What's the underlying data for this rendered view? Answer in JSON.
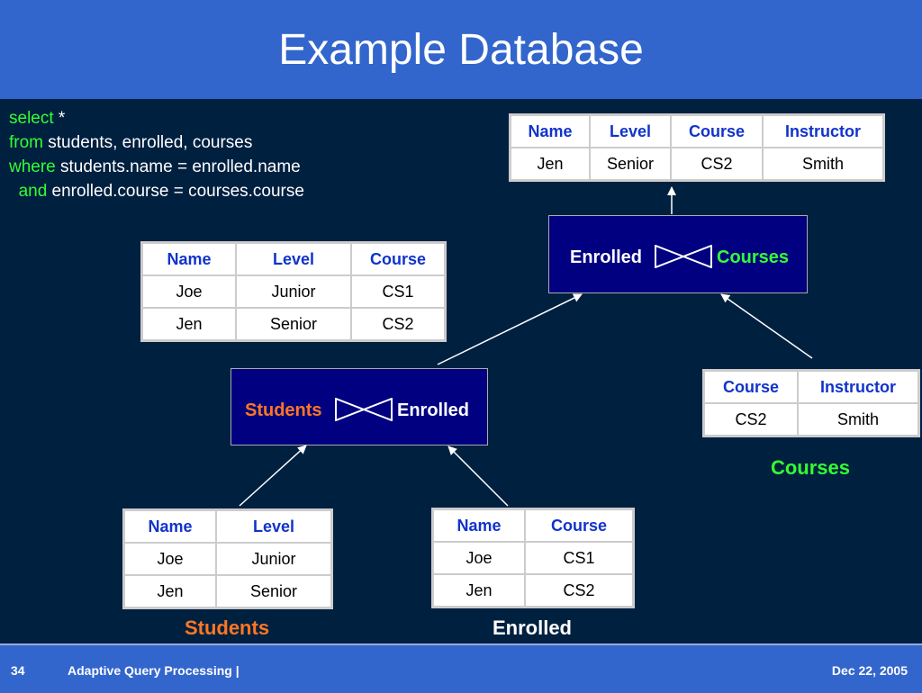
{
  "title": "Example Database",
  "sql": {
    "select_kw": "select",
    "select_rest": " *",
    "from_kw": "from",
    "from_rest": " students, enrolled, courses",
    "where_kw": "where",
    "where_rest": " students.name = enrolled.name",
    "and_kw": "and",
    "and_rest": " enrolled.course = courses.course"
  },
  "result_table": {
    "headers": [
      "Name",
      "Level",
      "Course",
      "Instructor"
    ],
    "rows": [
      [
        "Jen",
        "Senior",
        "CS2",
        "Smith"
      ]
    ]
  },
  "join_top": {
    "left": "Enrolled",
    "right": "Courses"
  },
  "intermediate_table": {
    "headers": [
      "Name",
      "Level",
      "Course"
    ],
    "rows": [
      [
        "Joe",
        "Junior",
        "CS1"
      ],
      [
        "Jen",
        "Senior",
        "CS2"
      ]
    ]
  },
  "join_bottom": {
    "left": "Students",
    "right": "Enrolled"
  },
  "courses_table": {
    "headers": [
      "Course",
      "Instructor"
    ],
    "rows": [
      [
        "CS2",
        "Smith"
      ]
    ],
    "caption": "Courses"
  },
  "students_table": {
    "headers": [
      "Name",
      "Level"
    ],
    "rows": [
      [
        "Joe",
        "Junior"
      ],
      [
        "Jen",
        "Senior"
      ]
    ],
    "caption": "Students"
  },
  "enrolled_table": {
    "headers": [
      "Name",
      "Course"
    ],
    "rows": [
      [
        "Joe",
        "CS1"
      ],
      [
        "Jen",
        "CS2"
      ]
    ],
    "caption": "Enrolled"
  },
  "footer": {
    "page": "34",
    "text": "Adaptive Query Processing |",
    "date": "Dec 22, 2005"
  },
  "colors": {
    "background": "#002040",
    "title_bar": "#3366cc",
    "keyword": "#33ff33",
    "orange": "#ff7722",
    "join_box": "#000080",
    "header_text": "#1133cc"
  }
}
